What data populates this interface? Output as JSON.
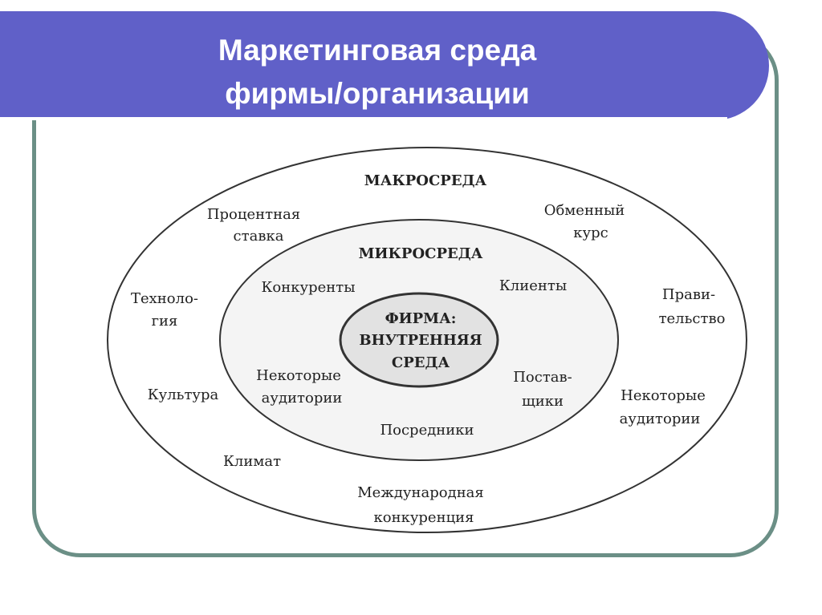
{
  "title": {
    "line1": "Маркетинговая среда",
    "line2": "фирмы/организации"
  },
  "diagram": {
    "outer_label": "МАКРОСРЕДА",
    "middle_label": "МИКРОСРЕДА",
    "inner_label": {
      "line1": "ФИРМА:",
      "line2": "ВНУТРЕННЯЯ",
      "line3": "СРЕДА"
    },
    "macro_items": {
      "interest_rate": [
        "Процентная",
        "ставка"
      ],
      "exchange_rate": [
        "Обменный",
        "курс"
      ],
      "technology": [
        "Техноло-",
        "гия"
      ],
      "government": [
        "Прави-",
        "тельство"
      ],
      "culture": [
        "Культура"
      ],
      "audiences": [
        "Некоторые",
        "аудитории"
      ],
      "climate": [
        "Климат"
      ],
      "international_competition": [
        "Международная",
        "конкуренция"
      ]
    },
    "micro_items": {
      "competitors": [
        "Конкуренты"
      ],
      "clients": [
        "Клиенты"
      ],
      "audiences": [
        "Некоторые",
        "аудитории"
      ],
      "suppliers": [
        "Постав-",
        "щики"
      ],
      "intermediaries": [
        "Посредники"
      ]
    }
  }
}
